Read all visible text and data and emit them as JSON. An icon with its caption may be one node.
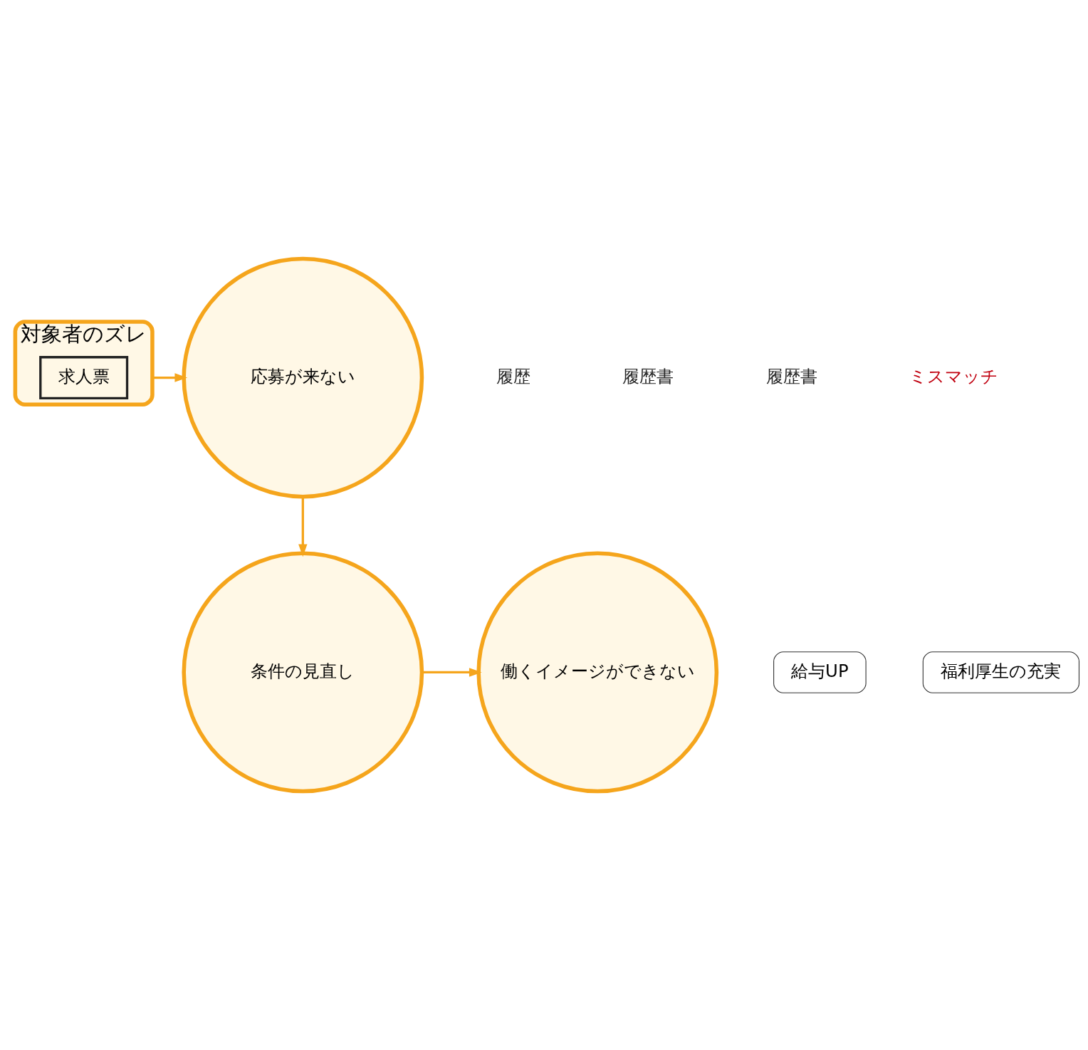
{
  "diagram": {
    "nodes": [
      {
        "text": [
          "対象者のズレ"
        ]
      },
      {
        "text": [
          "応募が来ない"
        ]
      },
      {
        "text": [
          "条件の見直し"
        ]
      },
      {
        "text": [
          "働くイメージができない"
        ]
      },
      {
        "text": [
          "求人票"
        ],
        "in": 0
      },
      {
        "text": [
          "給与UP"
        ]
      },
      {
        "text": [
          "福利厚生の充実"
        ]
      }
    ],
    "edges": [
      {
        "from": 0,
        "to": 1,
        "arrow": "to"
      },
      {
        "from": 1,
        "to": 2,
        "arrow": "to"
      },
      {
        "from": 2,
        "to": 3,
        "arrow": "to"
      }
    ],
    "labels": [
      "履歴",
      "履歴書",
      "履歴書",
      "ミスマッチ"
    ]
  }
}
